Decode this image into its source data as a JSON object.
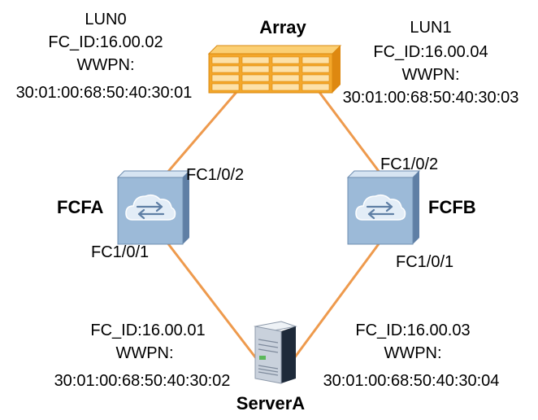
{
  "array": {
    "name": "Array",
    "lun0": {
      "title": "LUN0",
      "fc_id": "FC_ID:16.00.02",
      "wwpn_label": "WWPN:",
      "wwpn": "30:01:00:68:50:40:30:01"
    },
    "lun1": {
      "title": "LUN1",
      "fc_id": "FC_ID:16.00.04",
      "wwpn_label": "WWPN:",
      "wwpn": "30:01:00:68:50:40:30:03"
    }
  },
  "fcfa": {
    "name": "FCFA",
    "port_up": "FC1/0/2",
    "port_down": "FC1/0/1"
  },
  "fcfb": {
    "name": "FCFB",
    "port_up": "FC1/0/2",
    "port_down": "FC1/0/1"
  },
  "server": {
    "name": "ServerA",
    "left": {
      "fc_id": "FC_ID:16.00.01",
      "wwpn_label": "WWPN:",
      "wwpn": "30:01:00:68:50:40:30:02"
    },
    "right": {
      "fc_id": "FC_ID:16.00.03",
      "wwpn_label": "WWPN:",
      "wwpn": "30:01:00:68:50:40:30:04"
    }
  },
  "colors": {
    "link": "#ee9a4d",
    "array_body": "#f4a72a",
    "switch_body": "#9cbad8",
    "server_body": "#c9d1dc"
  },
  "icons": {
    "array": "storage-array-icon",
    "switch": "fc-switch-icon",
    "server": "server-tower-icon"
  }
}
